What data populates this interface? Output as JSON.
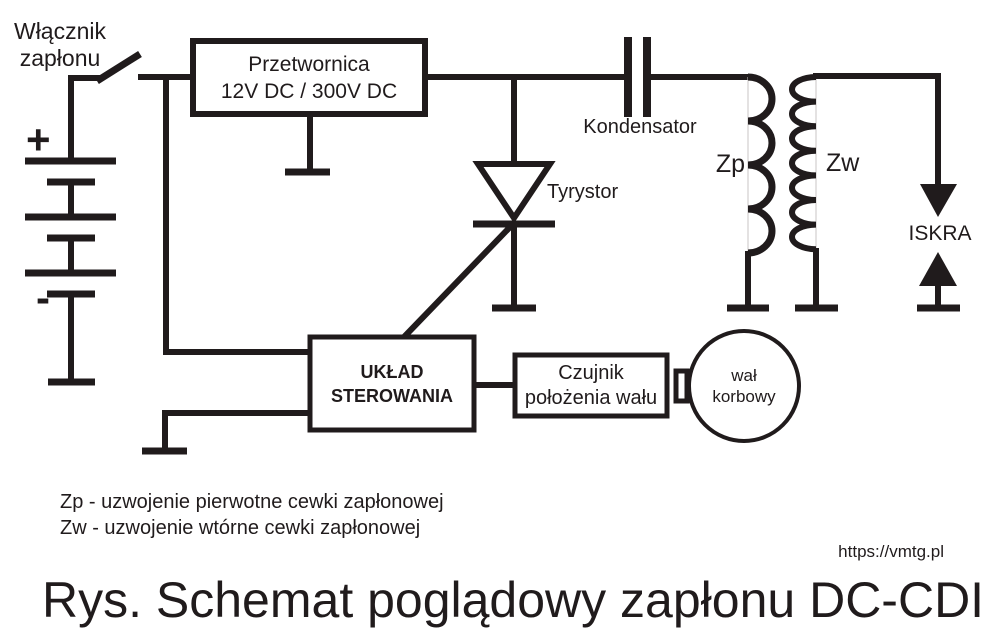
{
  "colors": {
    "line": "#201b1c",
    "background": "#ffffff"
  },
  "figure": {
    "caption": "Rys. Schemat poglądowy zapłonu DC-CDI",
    "source_url": "https://vmtg.pl"
  },
  "components": {
    "ignition_switch": {
      "label_lines": [
        "Włącznik",
        "zapłonu"
      ]
    },
    "battery": {
      "plus": "+",
      "minus": "-"
    },
    "converter": {
      "label_lines": [
        "Przetwornica",
        "12V DC / 300V DC"
      ]
    },
    "capacitor": {
      "label": "Kondensator"
    },
    "thyristor": {
      "label": "Tyrystor"
    },
    "ignition_coil": {
      "primary_label": "Zp",
      "secondary_label": "Zw"
    },
    "spark": {
      "label": "ISKRA"
    },
    "control_unit": {
      "label_lines": [
        "UKŁAD",
        "STEROWANIA"
      ]
    },
    "shaft_sensor": {
      "label_lines": [
        "Czujnik",
        "położenia wału"
      ]
    },
    "crankshaft": {
      "label_lines": [
        "wał",
        "korbowy"
      ]
    }
  },
  "legend": {
    "lines": [
      "Zp - uzwojenie pierwotne cewki zapłonowej",
      "Zw - uzwojenie wtórne cewki zapłonowej"
    ]
  }
}
